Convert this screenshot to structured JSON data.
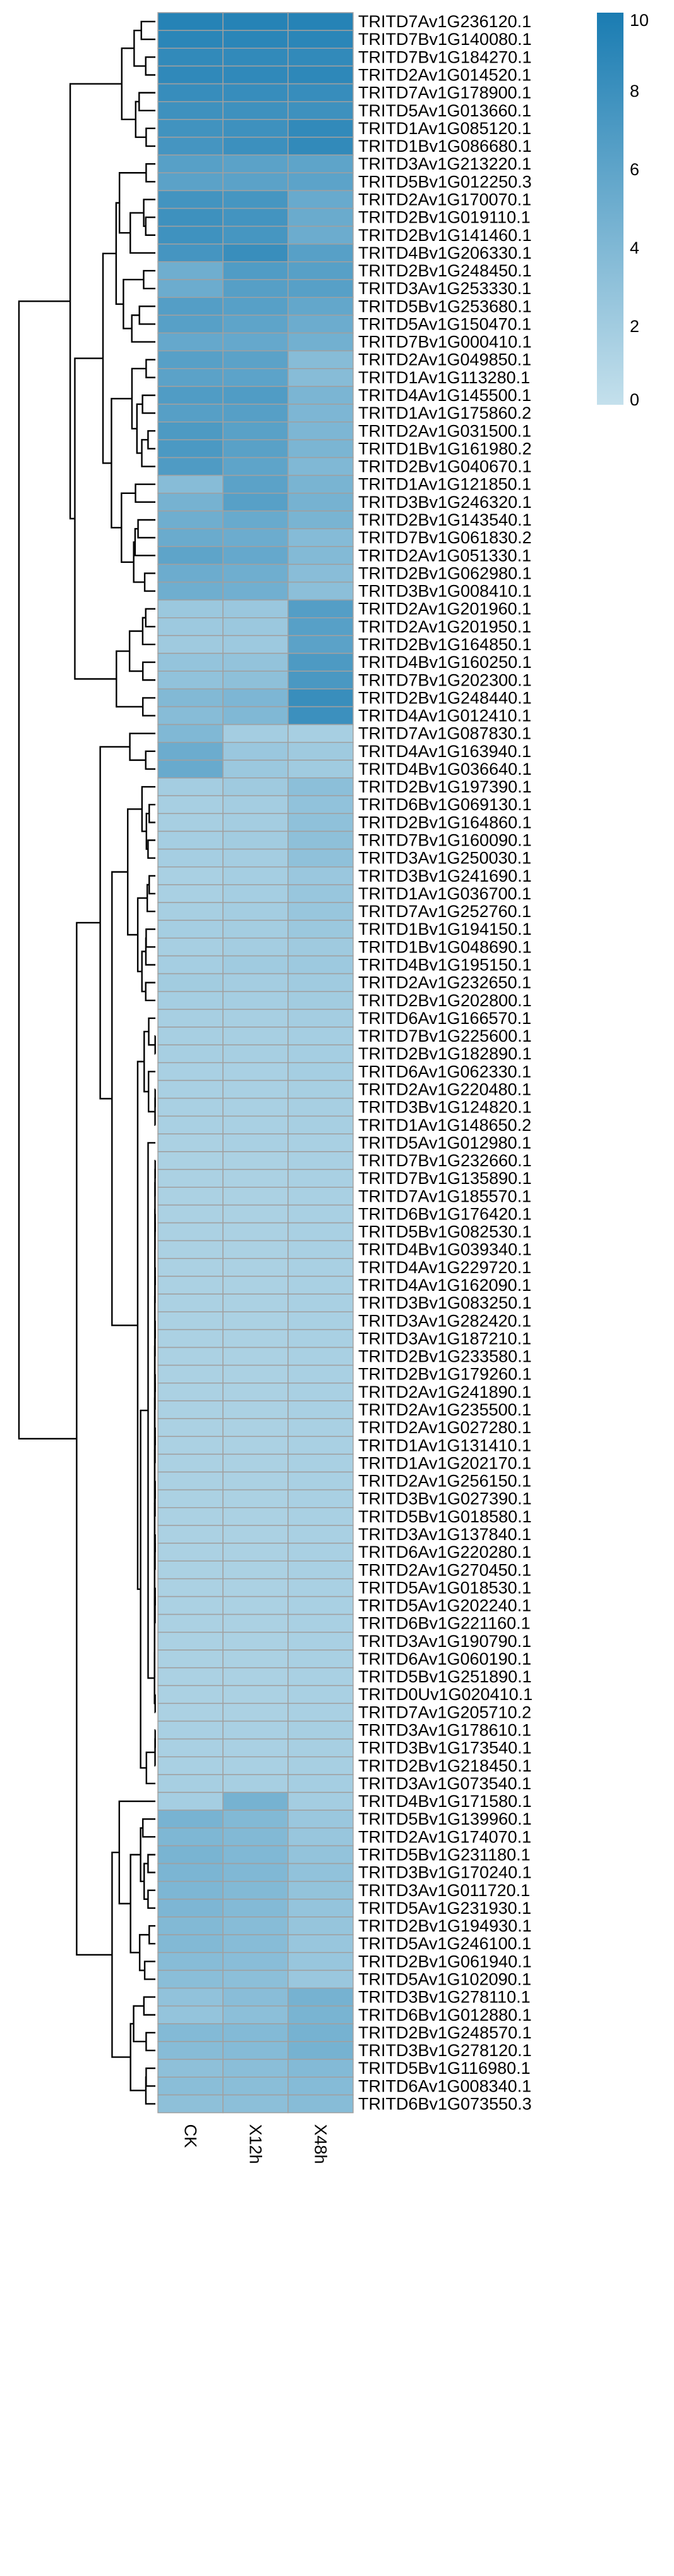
{
  "chart_data": {
    "type": "heatmap",
    "columns": [
      "CK",
      "X12h",
      "X48h"
    ],
    "scale": {
      "min": 0,
      "max": 10,
      "ticks": [
        0,
        2,
        4,
        6,
        8,
        10
      ],
      "ticklabels": [
        "0",
        "2",
        "4",
        "6",
        "8",
        "10"
      ],
      "low_color": "#c4e0ec",
      "high_color": "#1a7cb2"
    },
    "rows": [
      {
        "label": "TRITD7Av1G236120.1",
        "values": [
          9.3,
          9.3,
          9.3
        ]
      },
      {
        "label": "TRITD7Bv1G140080.1",
        "values": [
          9.0,
          9.0,
          9.0
        ]
      },
      {
        "label": "TRITD7Bv1G184270.1",
        "values": [
          8.6,
          8.6,
          8.6
        ]
      },
      {
        "label": "TRITD2Av1G014520.1",
        "values": [
          8.7,
          8.7,
          8.8
        ]
      },
      {
        "label": "TRITD7Av1G178900.1",
        "values": [
          8.3,
          8.3,
          8.3
        ]
      },
      {
        "label": "TRITD5Av1G013660.1",
        "values": [
          7.9,
          7.9,
          7.9
        ]
      },
      {
        "label": "TRITD1Av1G085120.1",
        "values": [
          7.7,
          7.9,
          8.6
        ]
      },
      {
        "label": "TRITD1Bv1G086680.1",
        "values": [
          7.5,
          8.0,
          8.6
        ]
      },
      {
        "label": "TRITD3Av1G213220.1",
        "values": [
          6.4,
          6.2,
          6.0
        ]
      },
      {
        "label": "TRITD5Bv1G012250.3",
        "values": [
          6.2,
          6.2,
          6.1
        ]
      },
      {
        "label": "TRITD2Av1G170070.1",
        "values": [
          7.6,
          7.4,
          5.4
        ]
      },
      {
        "label": "TRITD2Bv1G019110.1",
        "values": [
          7.9,
          7.6,
          5.3
        ]
      },
      {
        "label": "TRITD2Bv1G141460.1",
        "values": [
          7.8,
          7.4,
          5.2
        ]
      },
      {
        "label": "TRITD4Bv1G206330.1",
        "values": [
          7.5,
          8.2,
          6.4
        ]
      },
      {
        "label": "TRITD2Bv1G248450.1",
        "values": [
          5.0,
          6.8,
          6.4
        ]
      },
      {
        "label": "TRITD3Av1G253330.1",
        "values": [
          5.2,
          6.5,
          6.4
        ]
      },
      {
        "label": "TRITD5Bv1G253680.1",
        "values": [
          6.6,
          6.4,
          5.7
        ]
      },
      {
        "label": "TRITD5Av1G150470.1",
        "values": [
          6.4,
          6.0,
          5.2
        ]
      },
      {
        "label": "TRITD7Bv1G000410.1",
        "values": [
          5.6,
          5.6,
          4.8
        ]
      },
      {
        "label": "TRITD2Av1G049850.1",
        "values": [
          6.4,
          6.2,
          3.6
        ]
      },
      {
        "label": "TRITD1Av1G113280.1",
        "values": [
          6.2,
          6.1,
          3.6
        ]
      },
      {
        "label": "TRITD4Av1G145500.1",
        "values": [
          6.8,
          6.8,
          4.3
        ]
      },
      {
        "label": "TRITD1Av1G175860.2",
        "values": [
          6.5,
          6.5,
          4.2
        ]
      },
      {
        "label": "TRITD2Av1G031500.1",
        "values": [
          7.0,
          6.3,
          4.2
        ]
      },
      {
        "label": "TRITD1Bv1G161980.2",
        "values": [
          7.1,
          6.3,
          4.3
        ]
      },
      {
        "label": "TRITD2Bv1G040670.1",
        "values": [
          6.9,
          6.0,
          4.0
        ]
      },
      {
        "label": "TRITD1Av1G121850.1",
        "values": [
          3.6,
          6.2,
          4.4
        ]
      },
      {
        "label": "TRITD3Bv1G246320.1",
        "values": [
          4.6,
          6.4,
          4.6
        ]
      },
      {
        "label": "TRITD2Bv1G143540.1",
        "values": [
          5.0,
          5.4,
          4.4
        ]
      },
      {
        "label": "TRITD7Bv1G061830.2",
        "values": [
          5.3,
          5.2,
          3.7
        ]
      },
      {
        "label": "TRITD2Av1G051330.1",
        "values": [
          6.0,
          5.6,
          3.8
        ]
      },
      {
        "label": "TRITD2Bv1G062980.1",
        "values": [
          5.2,
          5.0,
          3.5
        ]
      },
      {
        "label": "TRITD3Bv1G008410.1",
        "values": [
          5.0,
          4.9,
          3.3
        ]
      },
      {
        "label": "TRITD2Av1G201960.1",
        "values": [
          2.4,
          2.5,
          6.6
        ]
      },
      {
        "label": "TRITD2Av1G201950.1",
        "values": [
          2.3,
          2.4,
          6.4
        ]
      },
      {
        "label": "TRITD2Bv1G164850.1",
        "values": [
          2.2,
          2.3,
          6.2
        ]
      },
      {
        "label": "TRITD4Bv1G160250.1",
        "values": [
          2.8,
          2.9,
          7.0
        ]
      },
      {
        "label": "TRITD7Bv1G202300.1",
        "values": [
          3.0,
          3.2,
          7.2
        ]
      },
      {
        "label": "TRITD2Bv1G248440.1",
        "values": [
          3.9,
          4.2,
          8.2
        ]
      },
      {
        "label": "TRITD4Av1G012410.1",
        "values": [
          3.6,
          4.0,
          8.0
        ]
      },
      {
        "label": "TRITD7Av1G087830.1",
        "values": [
          4.0,
          1.9,
          1.7
        ]
      },
      {
        "label": "TRITD4Av1G163940.1",
        "values": [
          5.2,
          2.5,
          2.2
        ]
      },
      {
        "label": "TRITD4Bv1G036640.1",
        "values": [
          5.4,
          2.4,
          2.1
        ]
      },
      {
        "label": "TRITD2Bv1G197390.1",
        "values": [
          1.9,
          2.2,
          3.3
        ]
      },
      {
        "label": "TRITD6Bv1G069130.1",
        "values": [
          1.7,
          1.9,
          3.0
        ]
      },
      {
        "label": "TRITD2Bv1G164860.1",
        "values": [
          1.7,
          1.9,
          3.1
        ]
      },
      {
        "label": "TRITD7Bv1G160090.1",
        "values": [
          1.8,
          2.0,
          3.2
        ]
      },
      {
        "label": "TRITD3Av1G250030.1",
        "values": [
          1.8,
          1.9,
          3.1
        ]
      },
      {
        "label": "TRITD3Bv1G241690.1",
        "values": [
          1.6,
          1.8,
          2.5
        ]
      },
      {
        "label": "TRITD1Av1G036700.1",
        "values": [
          1.6,
          1.8,
          2.6
        ]
      },
      {
        "label": "TRITD7Av1G252760.1",
        "values": [
          1.7,
          1.9,
          2.6
        ]
      },
      {
        "label": "TRITD1Bv1G194150.1",
        "values": [
          1.8,
          1.9,
          2.4
        ]
      },
      {
        "label": "TRITD1Bv1G048690.1",
        "values": [
          1.7,
          1.9,
          2.2
        ]
      },
      {
        "label": "TRITD4Bv1G195150.1",
        "values": [
          1.8,
          2.1,
          2.3
        ]
      },
      {
        "label": "TRITD2Av1G232650.1",
        "values": [
          2.0,
          1.9,
          2.1
        ]
      },
      {
        "label": "TRITD2Bv1G202800.1",
        "values": [
          1.8,
          1.8,
          2.0
        ]
      },
      {
        "label": "TRITD6Av1G166570.1",
        "values": [
          1.7,
          1.7,
          1.9
        ]
      },
      {
        "label": "TRITD7Bv1G225600.1",
        "values": [
          1.7,
          1.7,
          1.8
        ]
      },
      {
        "label": "TRITD2Bv1G182890.1",
        "values": [
          1.7,
          1.7,
          1.8
        ]
      },
      {
        "label": "TRITD6Av1G062330.1",
        "values": [
          1.6,
          1.6,
          1.8
        ]
      },
      {
        "label": "TRITD2Av1G220480.1",
        "values": [
          1.6,
          1.6,
          1.7
        ]
      },
      {
        "label": "TRITD3Bv1G124820.1",
        "values": [
          1.6,
          1.6,
          1.7
        ]
      },
      {
        "label": "TRITD1Av1G148650.2",
        "values": [
          1.6,
          1.6,
          1.7
        ]
      },
      {
        "label": "TRITD5Av1G012980.1",
        "values": [
          1.5,
          1.6,
          1.6
        ]
      },
      {
        "label": "TRITD7Bv1G232660.1",
        "values": [
          1.5,
          1.5,
          1.6
        ]
      },
      {
        "label": "TRITD7Bv1G135890.1",
        "values": [
          1.5,
          1.5,
          1.6
        ]
      },
      {
        "label": "TRITD7Av1G185570.1",
        "values": [
          1.5,
          1.5,
          1.6
        ]
      },
      {
        "label": "TRITD6Bv1G176420.1",
        "values": [
          1.5,
          1.5,
          1.6
        ]
      },
      {
        "label": "TRITD5Bv1G082530.1",
        "values": [
          1.5,
          1.5,
          1.6
        ]
      },
      {
        "label": "TRITD4Bv1G039340.1",
        "values": [
          1.5,
          1.5,
          1.6
        ]
      },
      {
        "label": "TRITD4Av1G229720.1",
        "values": [
          1.5,
          1.5,
          1.6
        ]
      },
      {
        "label": "TRITD4Av1G162090.1",
        "values": [
          1.5,
          1.5,
          1.6
        ]
      },
      {
        "label": "TRITD3Bv1G083250.1",
        "values": [
          1.5,
          1.5,
          1.6
        ]
      },
      {
        "label": "TRITD3Av1G282420.1",
        "values": [
          1.5,
          1.5,
          1.6
        ]
      },
      {
        "label": "TRITD3Av1G187210.1",
        "values": [
          1.5,
          1.5,
          1.6
        ]
      },
      {
        "label": "TRITD2Bv1G233580.1",
        "values": [
          1.5,
          1.5,
          1.6
        ]
      },
      {
        "label": "TRITD2Bv1G179260.1",
        "values": [
          1.5,
          1.5,
          1.6
        ]
      },
      {
        "label": "TRITD2Av1G241890.1",
        "values": [
          1.5,
          1.5,
          1.6
        ]
      },
      {
        "label": "TRITD2Av1G235500.1",
        "values": [
          1.5,
          1.5,
          1.6
        ]
      },
      {
        "label": "TRITD2Av1G027280.1",
        "values": [
          1.5,
          1.5,
          1.6
        ]
      },
      {
        "label": "TRITD1Av1G131410.1",
        "values": [
          1.5,
          1.5,
          1.6
        ]
      },
      {
        "label": "TRITD1Av1G202170.1",
        "values": [
          1.5,
          1.5,
          1.6
        ]
      },
      {
        "label": "TRITD2Av1G256150.1",
        "values": [
          1.5,
          1.5,
          1.6
        ]
      },
      {
        "label": "TRITD3Bv1G027390.1",
        "values": [
          1.5,
          1.5,
          1.6
        ]
      },
      {
        "label": "TRITD5Bv1G018580.1",
        "values": [
          1.5,
          1.5,
          1.6
        ]
      },
      {
        "label": "TRITD3Av1G137840.1",
        "values": [
          1.5,
          1.5,
          1.6
        ]
      },
      {
        "label": "TRITD6Av1G220280.1",
        "values": [
          1.5,
          1.5,
          1.6
        ]
      },
      {
        "label": "TRITD2Av1G270450.1",
        "values": [
          1.5,
          1.5,
          1.6
        ]
      },
      {
        "label": "TRITD5Av1G018530.1",
        "values": [
          1.5,
          1.5,
          1.6
        ]
      },
      {
        "label": "TRITD5Av1G202240.1",
        "values": [
          1.5,
          1.5,
          1.6
        ]
      },
      {
        "label": "TRITD6Bv1G221160.1",
        "values": [
          1.5,
          1.5,
          1.6
        ]
      },
      {
        "label": "TRITD3Av1G190790.1",
        "values": [
          1.5,
          1.5,
          1.6
        ]
      },
      {
        "label": "TRITD6Av1G060190.1",
        "values": [
          1.5,
          1.5,
          1.6
        ]
      },
      {
        "label": "TRITD5Bv1G251890.1",
        "values": [
          1.5,
          1.5,
          1.6
        ]
      },
      {
        "label": "TRITD0Uv1G020410.1",
        "values": [
          1.5,
          1.5,
          1.6
        ]
      },
      {
        "label": "TRITD7Av1G205710.2",
        "values": [
          1.5,
          1.5,
          1.6
        ]
      },
      {
        "label": "TRITD3Av1G178610.1",
        "values": [
          1.6,
          1.6,
          1.7
        ]
      },
      {
        "label": "TRITD3Bv1G173540.1",
        "values": [
          1.6,
          1.6,
          1.7
        ]
      },
      {
        "label": "TRITD2Bv1G218450.1",
        "values": [
          1.6,
          1.6,
          1.7
        ]
      },
      {
        "label": "TRITD3Av1G073540.1",
        "values": [
          1.7,
          1.7,
          1.8
        ]
      },
      {
        "label": "TRITD4Bv1G171580.1",
        "values": [
          1.8,
          4.6,
          1.9
        ]
      },
      {
        "label": "TRITD5Bv1G139960.1",
        "values": [
          4.5,
          3.9,
          2.5
        ]
      },
      {
        "label": "TRITD2Av1G174070.1",
        "values": [
          4.1,
          3.9,
          2.6
        ]
      },
      {
        "label": "TRITD5Bv1G231180.1",
        "values": [
          4.4,
          4.0,
          2.9
        ]
      },
      {
        "label": "TRITD3Bv1G170240.1",
        "values": [
          4.3,
          4.0,
          3.0
        ]
      },
      {
        "label": "TRITD3Av1G011720.1",
        "values": [
          4.2,
          3.9,
          2.9
        ]
      },
      {
        "label": "TRITD5Av1G231930.1",
        "values": [
          4.2,
          3.8,
          2.8
        ]
      },
      {
        "label": "TRITD2Bv1G194930.1",
        "values": [
          3.9,
          3.6,
          2.7
        ]
      },
      {
        "label": "TRITD5Av1G246100.1",
        "values": [
          3.9,
          3.6,
          2.6
        ]
      },
      {
        "label": "TRITD2Bv1G061940.1",
        "values": [
          3.6,
          3.5,
          2.6
        ]
      },
      {
        "label": "TRITD5Av1G102090.1",
        "values": [
          3.4,
          3.3,
          2.5
        ]
      },
      {
        "label": "TRITD3Bv1G278110.1",
        "values": [
          3.0,
          3.5,
          4.6
        ]
      },
      {
        "label": "TRITD6Bv1G012880.1",
        "values": [
          2.8,
          3.3,
          4.4
        ]
      },
      {
        "label": "TRITD2Bv1G248570.1",
        "values": [
          3.8,
          3.8,
          4.6
        ]
      },
      {
        "label": "TRITD3Bv1G278120.1",
        "values": [
          3.6,
          3.7,
          4.6
        ]
      },
      {
        "label": "TRITD5Bv1G116980.1",
        "values": [
          3.2,
          3.4,
          3.8
        ]
      },
      {
        "label": "TRITD6Av1G008340.1",
        "values": [
          3.4,
          3.4,
          3.7
        ]
      },
      {
        "label": "TRITD6Bv1G073550.3",
        "values": [
          3.2,
          3.3,
          3.6
        ]
      }
    ]
  }
}
